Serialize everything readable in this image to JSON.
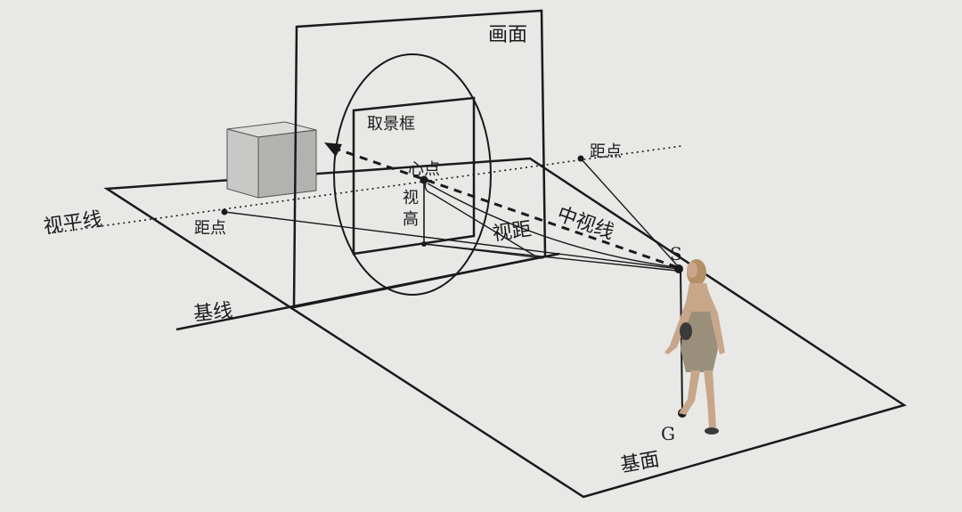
{
  "labels": {
    "picture_plane": "画面",
    "viewfinder": "取景框",
    "center_point": "心点",
    "eye_height": "视高",
    "distance_point_right": "距点",
    "distance_point_left": "距点",
    "horizon_line": "视平线",
    "central_line_of_sight": "中视线",
    "viewing_distance": "视距",
    "station_point": "S",
    "ground_point": "G",
    "ground_line": "基线",
    "ground_plane": "基面"
  },
  "colors": {
    "ink": "#1a1a1a",
    "background": "#e8e8e6",
    "cube_front": "#c8c8c6",
    "cube_top": "#dcdcda",
    "cube_side": "#b2b2b0",
    "figure_skin": "#c7a68a",
    "figure_dress": "#9a8f7a",
    "figure_hair": "#b39066"
  }
}
